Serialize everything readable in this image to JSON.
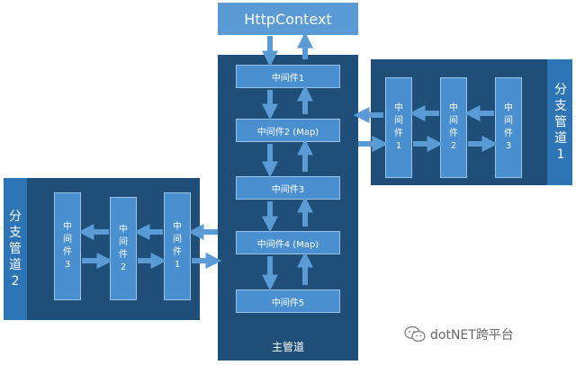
{
  "title": "HttpContext",
  "main_pipeline": {
    "label": "主管道",
    "items": [
      "中间件1",
      "中间件2 (Map)",
      "中间件3",
      "中间件4 (Map)",
      "中间件5"
    ]
  },
  "branch1": {
    "label": "分支管道1",
    "items": [
      "中间件1",
      "中间件2",
      "中间件3"
    ]
  },
  "branch2": {
    "label": "分支管道2",
    "items": [
      "中间件1",
      "中间件2",
      "中间件3"
    ]
  },
  "watermark": "dotNET跨平台",
  "colors": {
    "panel": "#1f4e79",
    "side_panel": "#2e75b6",
    "box": "#4a8fd0",
    "title": "#5b9bd5"
  }
}
